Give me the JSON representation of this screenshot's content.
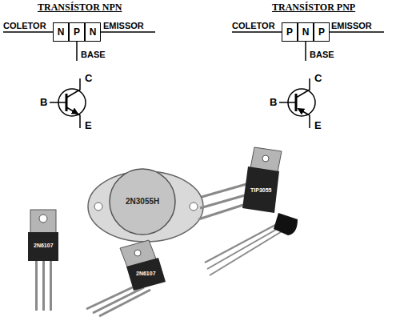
{
  "diagram": {
    "nodes": [
      {
        "text": [
          "N"
        ]
      },
      {
        "text": [
          "P"
        ]
      },
      {
        "text": [
          "N"
        ]
      },
      {
        "text": [
          "P"
        ]
      },
      {
        "text": [
          "N"
        ]
      },
      {
        "text": [
          "P"
        ]
      }
    ],
    "labels": [
      "TRANSÍSTOR NPN",
      "COLETOR",
      "EMISSOR",
      "BASE",
      "TRANSÍSTOR PNP",
      "COLETOR",
      "EMISSOR",
      "BASE",
      "C",
      "B",
      "E",
      "C",
      "B",
      "E",
      "2N6107",
      "2N3055H",
      "2N6107",
      "TIP3055"
    ]
  }
}
